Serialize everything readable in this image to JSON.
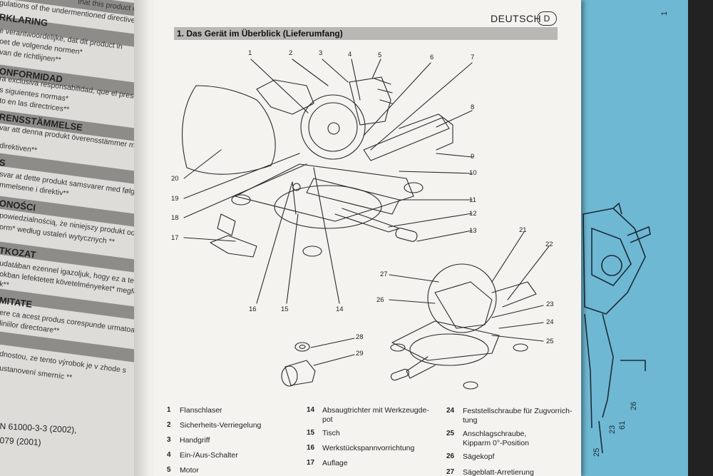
{
  "left_page": {
    "blocks": [
      {
        "heading": "",
        "lines": [
          "that this product complies",
          "gulations of the undermentioned directives"
        ]
      },
      {
        "heading": "RKLARING",
        "lines": [
          "e verantwoordelijke, dat dit product in",
          "oet de volgende normen*",
          "van de richtlijnen**"
        ]
      },
      {
        "heading": "ONFORMIDAD",
        "lines": [
          "ra exclusiva responsabilidad, que el presente",
          "s siguientes normas*",
          "to en las directrices**"
        ]
      },
      {
        "heading": "RENSSTÄMMELSE",
        "lines": [
          "var att denna produkt överensstämmer med",
          "",
          "direktiven**"
        ]
      },
      {
        "heading": "S",
        "lines": [
          "svar at dette produkt samsvarer med følgende",
          "mmelsene i direktiv**"
        ]
      },
      {
        "heading": "ONOŚCI",
        "lines": [
          "powiedzialnością, że niniejszy produkt odpowiada",
          "orm* według ustaleń wytycznych **"
        ]
      },
      {
        "heading": "TKOZAT",
        "lines": [
          "udatában ezennel igazoljuk, hogy ez a termék",
          "okban lefektetett követelményeket* megfelel az",
          "k**"
        ]
      },
      {
        "heading": "MITATE",
        "lines": [
          "ere ca acest produs corespunde urmatoarelor",
          "liniilor directoare**"
        ]
      },
      {
        "heading": "",
        "lines": [
          "dnostou, ze tento výrobok je v zhode s",
          "ustanovení smerníc **"
        ]
      }
    ],
    "standards": [
      "N 61000-3-3 (2002),",
      "079 (2001)"
    ]
  },
  "page": {
    "language": "DEUTSCH",
    "language_code": "D",
    "section_title": "1.   Das Gerät im Überblick (Lieferumfang)"
  },
  "callouts": [
    "1",
    "2",
    "3",
    "4",
    "5",
    "6",
    "7",
    "8",
    "9",
    "10",
    "11",
    "12",
    "13",
    "14",
    "15",
    "16",
    "17",
    "18",
    "19",
    "20",
    "21",
    "22",
    "23",
    "24",
    "25",
    "26",
    "27",
    "28",
    "29"
  ],
  "parts": {
    "col1": [
      {
        "num": "1",
        "text": "Flanschlaser"
      },
      {
        "num": "2",
        "text": "Sicherheits-Verriegelung"
      },
      {
        "num": "3",
        "text": "Handgriff"
      },
      {
        "num": "4",
        "text": "Ein-/Aus-Schalter"
      },
      {
        "num": "5",
        "text": "Motor"
      }
    ],
    "col2": [
      {
        "num": "14",
        "text": "Absaugtrichter mit Werkzeugde-",
        "text2": "pot"
      },
      {
        "num": "15",
        "text": "Tisch"
      },
      {
        "num": "16",
        "text": "Werkstückspannvorrichtung"
      },
      {
        "num": "17",
        "text": "Auflage"
      }
    ],
    "col3": [
      {
        "num": "24",
        "text": "Feststellschraube für Zugvorrich-",
        "text2": "tung"
      },
      {
        "num": "25",
        "text": "Anschlagschraube,",
        "text2": "Kipparm 0°-Position"
      },
      {
        "num": "26",
        "text": "Sägekopf"
      },
      {
        "num": "27",
        "text": "Sägeblatt-Arretierung"
      }
    ]
  },
  "blue_sheet": {
    "labels": [
      "23",
      "61",
      "26",
      "25",
      "1"
    ]
  }
}
